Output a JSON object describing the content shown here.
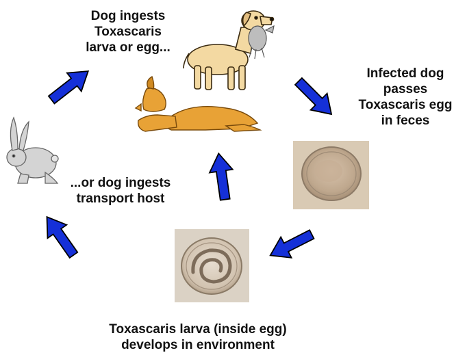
{
  "labels": {
    "dog_ingests": [
      "Dog ingests",
      "Toxascaris",
      "larva or egg..."
    ],
    "infected_dog": [
      "Infected dog",
      "passes",
      "Toxascaris egg",
      "in feces"
    ],
    "transport_host": [
      "...or dog ingests",
      "transport host"
    ],
    "larva_develops": [
      "Toxascaris larva (inside egg)",
      "develops in environment"
    ]
  },
  "colors": {
    "arrow_blue": "#1530d8",
    "arrow_outline": "#000000",
    "dog_standing": "#f3d9a2",
    "dog_lying": "#e8a236",
    "rabbit": "#d4d4d4",
    "micrograph_bg": "#d9cab4"
  },
  "icons": [
    "dog-standing-icon",
    "dog-lying-icon",
    "rabbit-icon",
    "egg-micrograph",
    "larva-egg-micrograph",
    "cycle-arrow-icon"
  ]
}
